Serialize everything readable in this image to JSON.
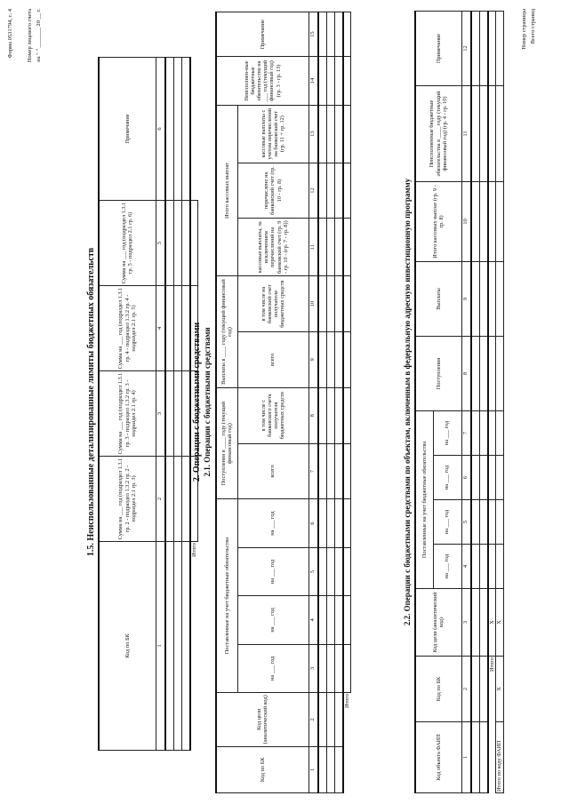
{
  "form_label": "Форма 0531794, с. 4",
  "account": {
    "label": "Номер лицевого счета",
    "on_date": "на \" \" _______ 20 __ г."
  },
  "footer": {
    "page_number": "Номер страницы",
    "total_pages": "Всего страниц"
  },
  "section_1_5": {
    "title": "1.5. Неиспользованные детализированные лимиты бюджетных обязательств",
    "headers": [
      "Код по БК",
      "Сумма на ___ год (подраздел 1.3.1 гр. 2 - подраздел 1.3.2 гр. 2 - подраздел 2.1 гр. 3)",
      "Сумма на ___ год (подраздел 1.3.1 гр. 3 - подраздел 1.3.2 гр. 3 - подраздел 2.1 гр. 4)",
      "Сумма на ___ год (подраздел 1.3.1 гр. 4 - подраздел 1.3.2 гр. 4 - подраздел 2.1 гр. 5)",
      "Сумма на ___ год (подраздел 1.3.1 гр. 5 - подраздел 2.1 гр. 6)",
      "Примечание"
    ],
    "col_numbers": [
      "1",
      "2",
      "3",
      "4",
      "5",
      "6"
    ],
    "total_label": "Итого"
  },
  "section_2": {
    "title": "2. Операции с бюджетными средствами",
    "subtitle": "2.1. Операции с бюджетными средствами",
    "h_kbk": "Код по БК",
    "h_target": "Код цели (аналитический код)",
    "h_registered": "Поставленные на учет бюджетные обязательства",
    "h_year": [
      "на ___ год",
      "на ___ год",
      "на ___ год",
      "на ___ год"
    ],
    "h_receipts": "Поступления в ____ году (текущий финансовый год)",
    "h_payouts": "Выплаты в ____ году (текущий финансовый год)",
    "h_total": "всего",
    "h_rec_incl": "в том числе с банковского счета получателя бюджетных средств",
    "h_pay_incl": "в том числе на банковский счет получателя бюджетных средств",
    "h_cash_total": "Итого кассовых выплат",
    "h_cash_excl": "кассовые выплаты, за исключением перечислений на банковский счет (гр. 9 - гр. 10 - (гр. 7 - гр. 8))",
    "h_transferred": "перечислено на банковский счет (гр. 10 - гр. 8)",
    "h_cash_incl": "кассовые выплаты с учетом перечислений на банковский счет (гр. 11 + гр. 12)",
    "h_unfulfilled": "Неисполнен-ные бюджетные обязательства на ___ год (текущий финансовый год) (гр. 3 - гр. 13)",
    "h_note": "Примечание",
    "col_numbers": [
      "1",
      "2",
      "3",
      "4",
      "5",
      "6",
      "7",
      "8",
      "9",
      "10",
      "11",
      "12",
      "13",
      "14",
      "15"
    ],
    "total_label": "Итого"
  },
  "section_2_2": {
    "title": "2.2. Операции с бюджетными средствами по объектам, включенным в федеральную адресную инвестиционную программу",
    "h_faip": "Код объекта ФАИП",
    "h_kbk": "Код по БК",
    "h_target": "Код цели (аналитический код)",
    "h_registered": "Поставленные на учет бюджетные обязательства",
    "h_year": [
      "на ___ год",
      "на ___ год",
      "на ___ год",
      "на ___ год"
    ],
    "h_receipts": "Поступления",
    "h_payouts": "Выплаты",
    "h_cash": "Итого кассовых выплат (гр. 9 - гр. 8)",
    "h_unfulfilled": "Неисполненные бюджетные обязательства в ____ году (текущий финансовый год) (гр. 4 - гр. 10)",
    "h_note": "Примечание",
    "col_numbers": [
      "1",
      "2",
      "3",
      "4",
      "5",
      "6",
      "7",
      "8",
      "9",
      "10",
      "11",
      "12"
    ],
    "x_mark": "Х",
    "total_label": "Итого",
    "total_faip_label": "Итого по коду ФАИП"
  }
}
